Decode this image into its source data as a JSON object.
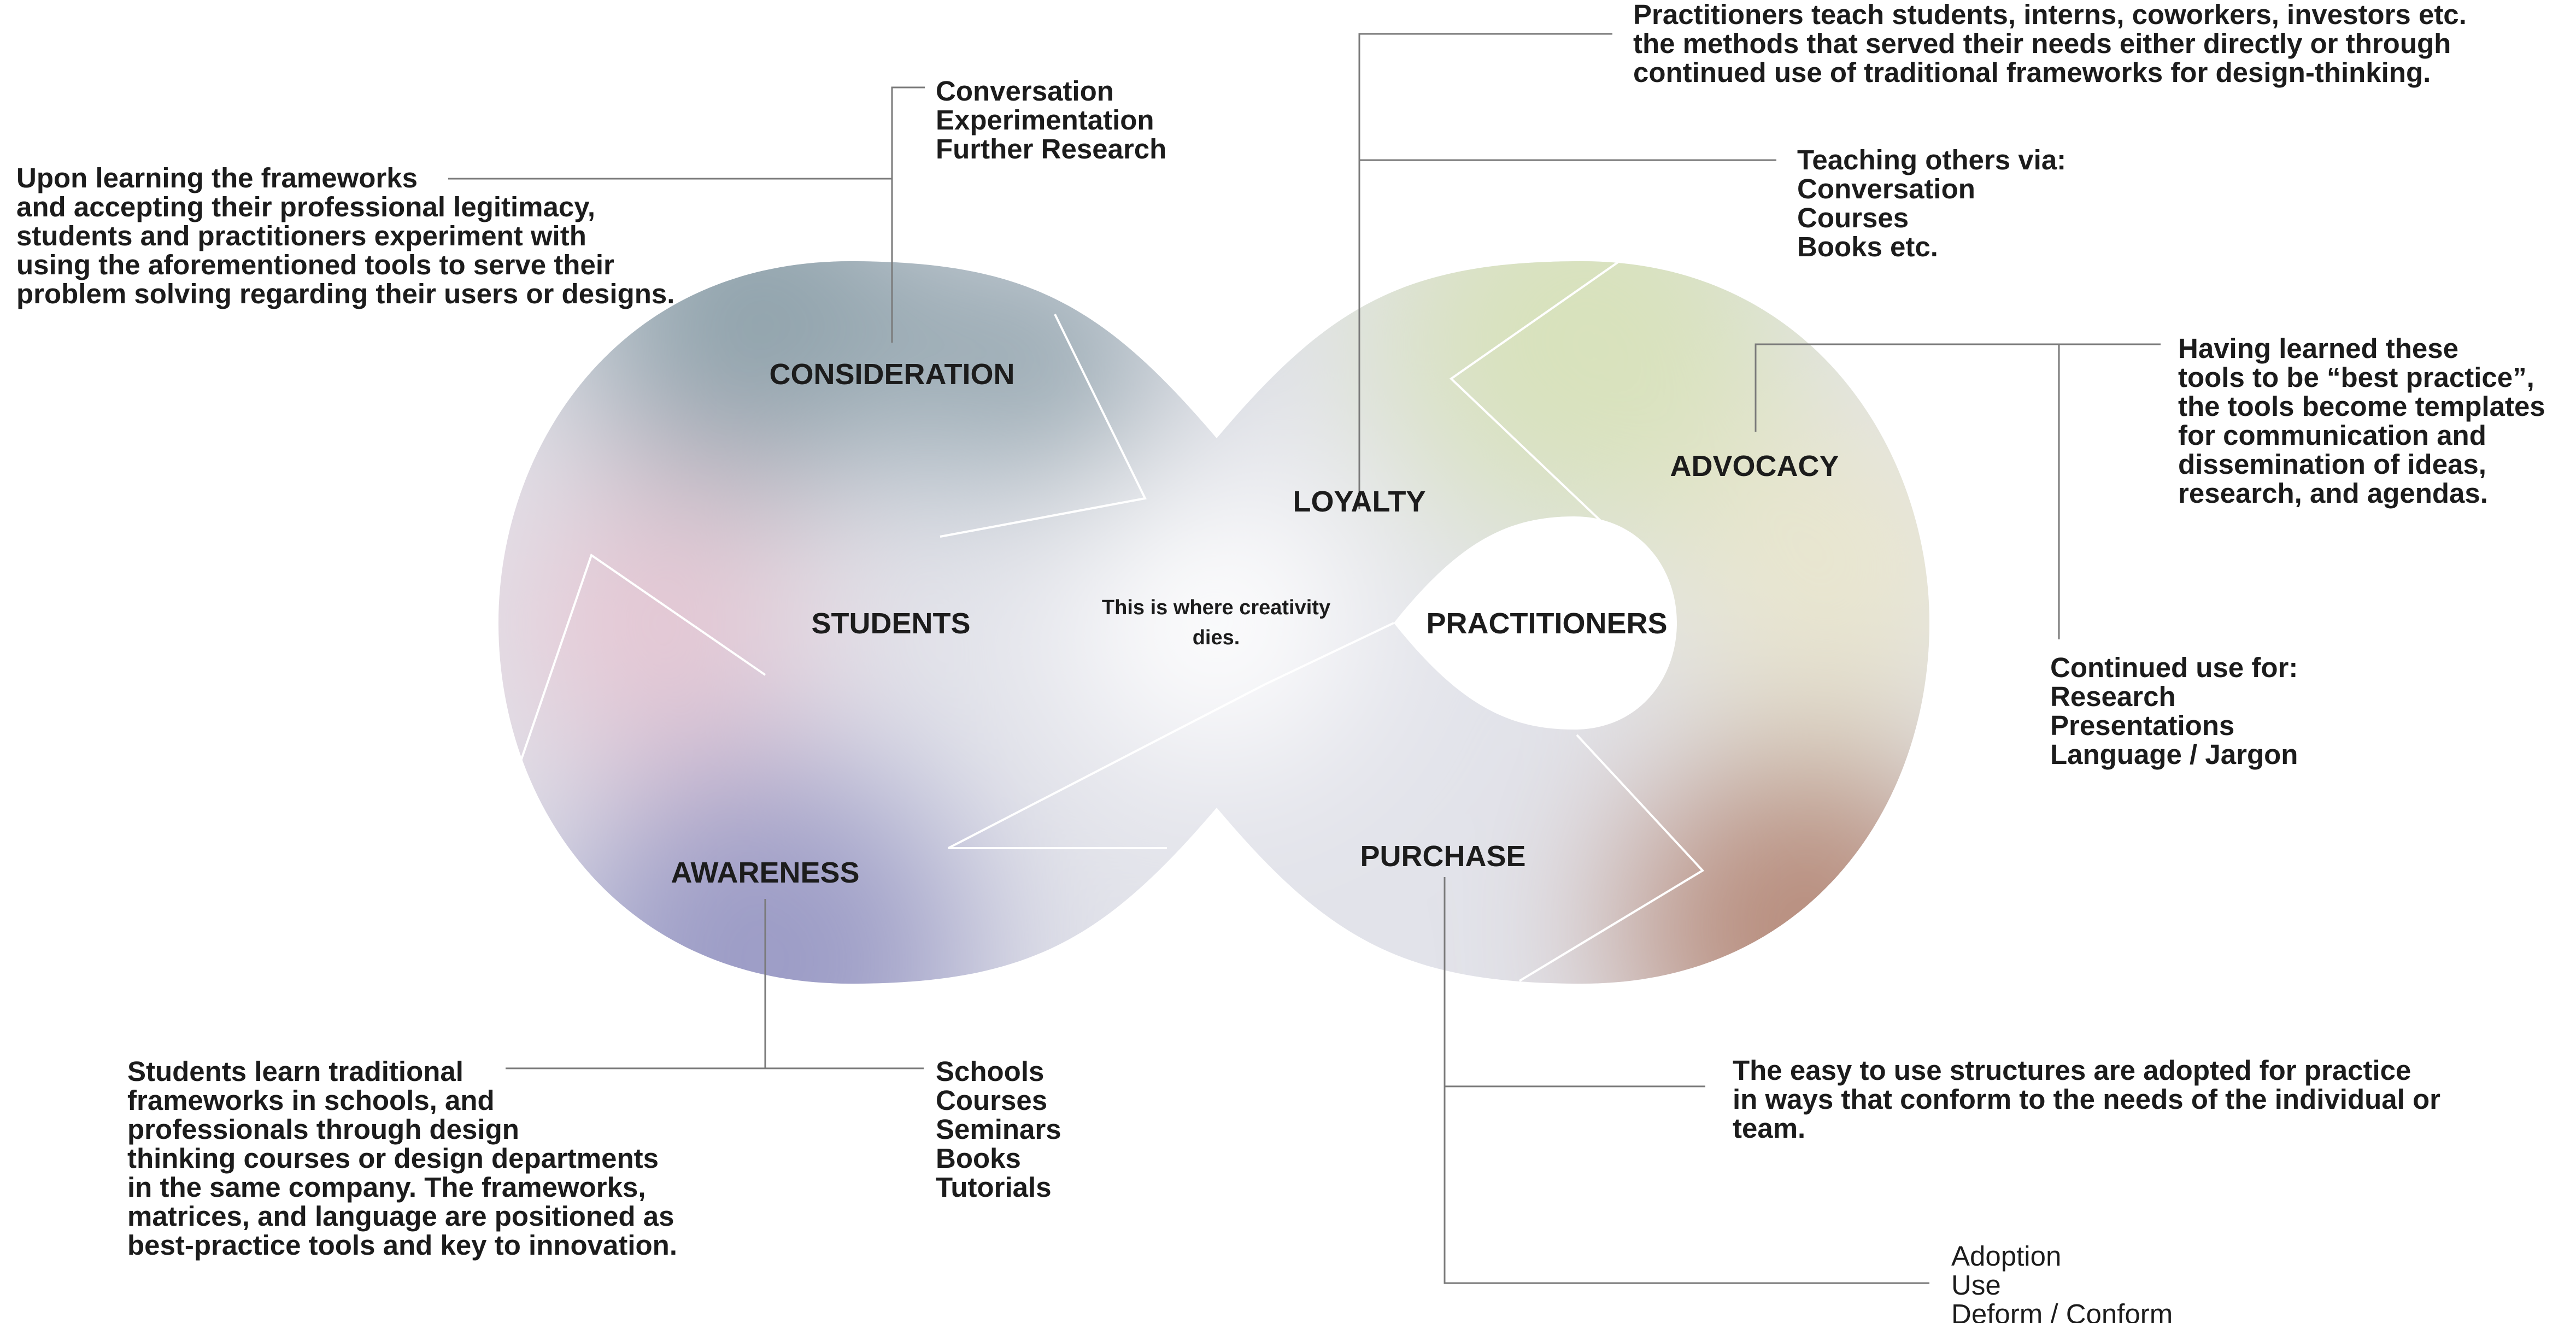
{
  "colors": {
    "awareness": "#9c9cc6",
    "consideration": "#8fa2ab",
    "students_area": "#e6c6d3",
    "center": "#ffffff",
    "advocacy": "#d8e2bc",
    "practitioners": "#e9e6cf",
    "purchase_corner": "#b78c7c",
    "connector_line": "#7a7a7a",
    "text": "#1c1c1c"
  },
  "stages": {
    "consideration": "CONSIDERATION",
    "students": "STUDENTS",
    "awareness": "AWARENESS",
    "loyalty": "LOYALTY",
    "practitioners": "PRACTITIONERS",
    "advocacy": "ADVOCACY",
    "purchase": "PURCHASE"
  },
  "center_note": "This is where creativity dies.",
  "annotations": {
    "consideration_desc": "Upon learning the frameworks\nand accepting their professional legitimacy,\nstudents and practitioners experiment with\nusing the aforementioned tools to serve their\nproblem solving regarding their users or designs.",
    "consideration_list": "Conversation\nExperimentation\nFurther Research",
    "awareness_desc": "Students learn traditional\nframeworks in schools, and\nprofessionals through design\nthinking courses or design departments\nin the same company. The frameworks,\nmatrices, and language are positioned as\nbest-practice tools and key to innovation.",
    "awareness_list": "Schools\nCourses\nSeminars\nBooks\nTutorials",
    "loyalty_desc": "Practitioners teach students, interns, coworkers, investors etc.\nthe methods that served their needs either directly or through\ncontinued use of traditional frameworks for design-thinking.",
    "loyalty_list": "Teaching others via:\nConversation\nCourses\nBooks etc.",
    "advocacy_desc": "Having learned these\ntools to be “best practice”,\nthe tools become templates\nfor communication and\ndissemination of ideas,\nresearch, and agendas.",
    "advocacy_list": "Continued use for:\nResearch\nPresentations\nLanguage / Jargon",
    "purchase_desc": "The easy to use structures are adopted for practice\nin ways that conform to the needs of the individual or\nteam.",
    "purchase_list": "Adoption\nUse\nDeform / Conform"
  }
}
